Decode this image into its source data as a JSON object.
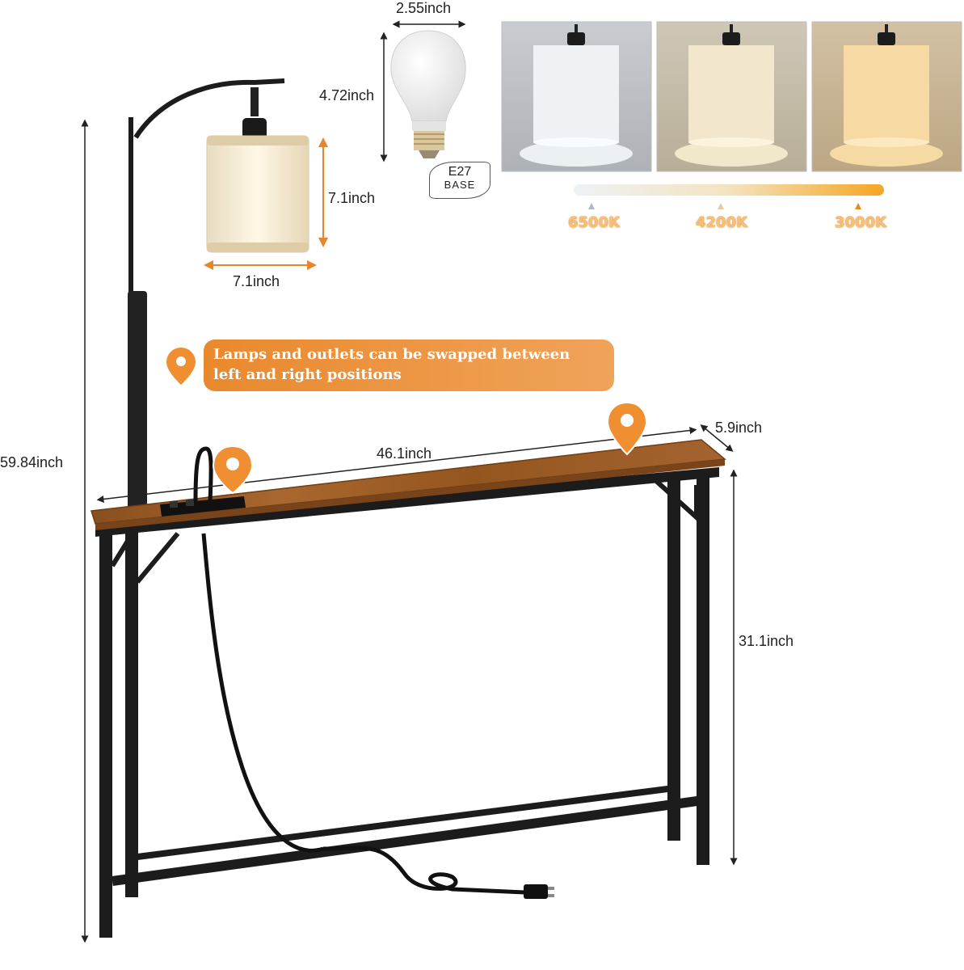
{
  "dimensions": {
    "bulb_width": "2.55inch",
    "bulb_height": "4.72inch",
    "shade_height": "7.1inch",
    "shade_width": "7.1inch",
    "total_height": "59.84inch",
    "table_width": "46.1inch",
    "table_depth": "5.9inch",
    "table_height": "31.1inch"
  },
  "bulb_base": {
    "line1": "E27",
    "line2": "BASE"
  },
  "color_temperatures": [
    {
      "label": "6500K",
      "color": "#e6eef2"
    },
    {
      "label": "4200K",
      "color": "#f3e6c8"
    },
    {
      "label": "3000K",
      "color": "#f7d49a"
    }
  ],
  "banner": {
    "line1": "Lamps and outlets can be swapped between",
    "line2": "left and right positions",
    "color": "#ec9036"
  },
  "colors": {
    "wood": "#9a5a24",
    "metal": "#1c1c1c",
    "pin": "#ef8f32"
  },
  "icons": [
    "location-pin-icon",
    "plug-icon",
    "light-bulb-icon",
    "pendant-lamp-icon"
  ]
}
